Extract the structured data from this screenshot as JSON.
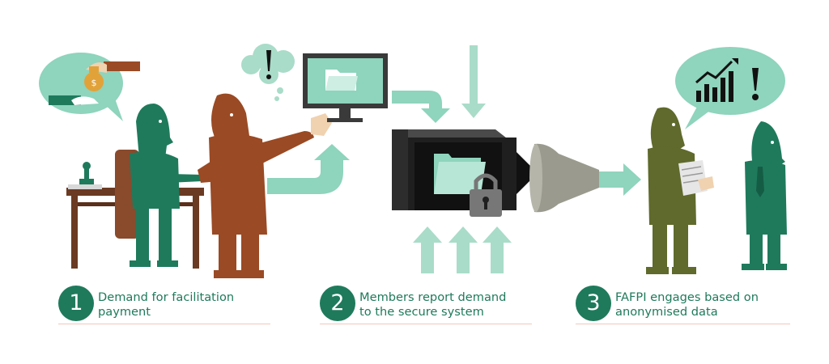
{
  "colors": {
    "accent_green": "#1f7a5c",
    "mint": "#8fd4bd",
    "pale_mint": "#a9dcc9",
    "brown_figure": "#9a4a24",
    "olive_figure": "#5f6a2c",
    "desk_brown": "#6b3a22",
    "box_dark": "#2d2d2d",
    "step_line": "#f0c8b8"
  },
  "icons": [
    "money-bag-icon",
    "stamp-icon",
    "exclamation-icon",
    "folder-icon",
    "padlock-icon",
    "growth-chart-icon",
    "document-icon",
    "arrow-icon"
  ],
  "steps": [
    {
      "number": "1",
      "text": "Demand for facilitation\npayment"
    },
    {
      "number": "2",
      "text": "Members report demand\nto the secure system"
    },
    {
      "number": "3",
      "text": "FAFPI engages based on\nanonymised data"
    }
  ]
}
